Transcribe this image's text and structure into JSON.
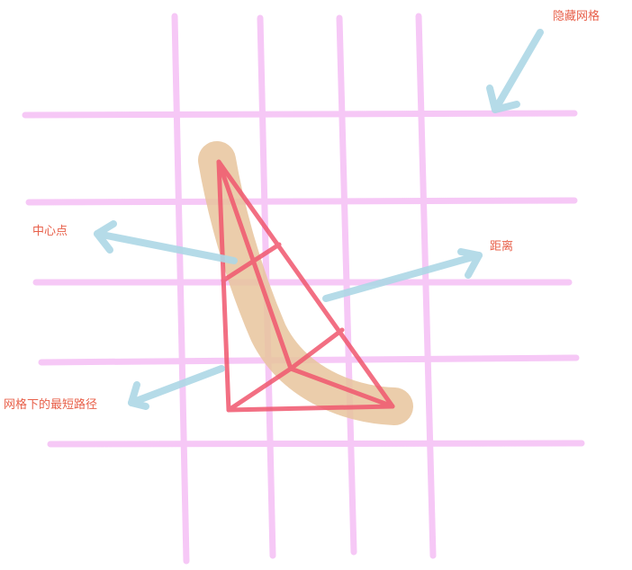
{
  "labels": {
    "hidden_grid": "隐藏网格",
    "center_point": "中心点",
    "distance": "距离",
    "shortest_path": "网格下的最短路径"
  },
  "colors": {
    "background": "#ffffff",
    "grid": "#f3b6f3",
    "triangle": "#f0576e",
    "path_highlight": "#e8c49c",
    "arrow": "#add8e6",
    "label_text": "#e8604a"
  }
}
